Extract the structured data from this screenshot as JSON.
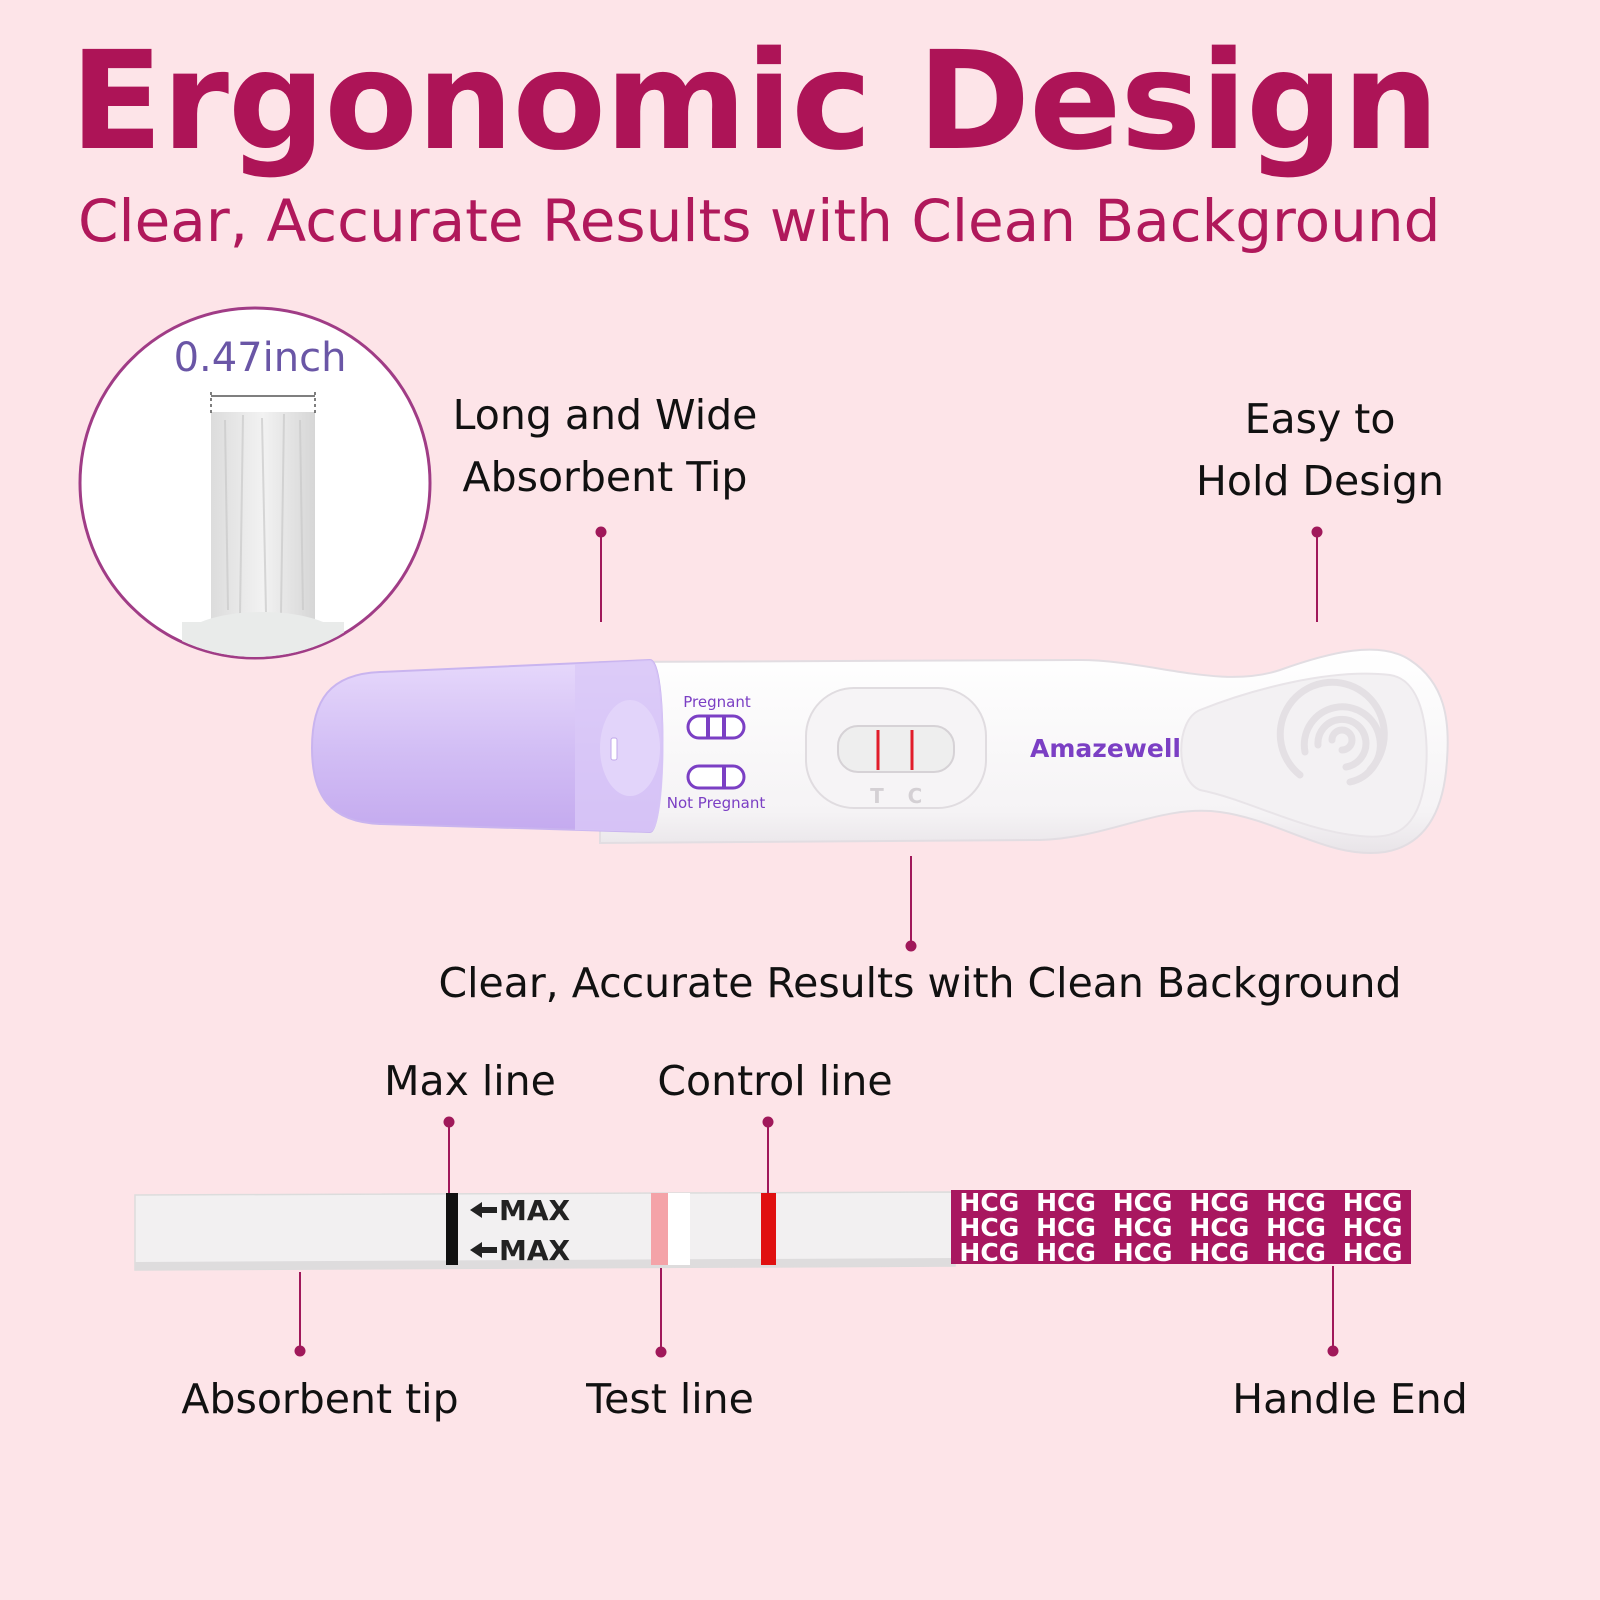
{
  "header": {
    "title": "Ergonomic Design",
    "subtitle": "Clear, Accurate Results with Clean Background"
  },
  "inset": {
    "width_label": "0.47inch"
  },
  "device": {
    "brand": "Amazewell",
    "indicator_pregnant": "Pregnant",
    "indicator_not_pregnant": "Not Pregnant",
    "window_t": "T",
    "window_c": "C"
  },
  "callouts": {
    "tip_line1": "Long and Wide",
    "tip_line2": "Absorbent Tip",
    "hold_line1": "Easy to",
    "hold_line2": "Hold Design",
    "results": "Clear, Accurate Results with Clean Background"
  },
  "strip": {
    "max_label_1": "MAX",
    "max_label_2": "MAX",
    "hcg_text": "HCG",
    "max_line": "Max line",
    "control_line": "Control line",
    "absorbent_tip": "Absorbent tip",
    "test_line": "Test line",
    "handle_end": "Handle End"
  },
  "colors": {
    "background": "#fde4e8",
    "brand": "#ad1457",
    "accent_purple": "#7b3fc4",
    "handle_band": "#a81760",
    "control_red": "#e01010",
    "test_pink": "#f4a3a8"
  }
}
